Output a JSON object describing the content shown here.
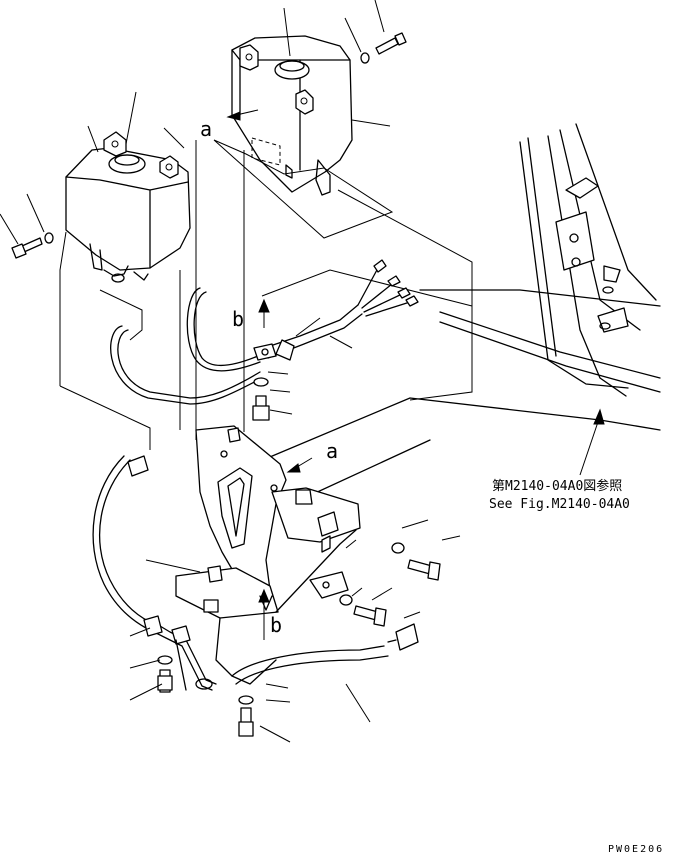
{
  "labels": {
    "view_a_top": "a",
    "view_a_bracket": "a",
    "view_b_top": "b",
    "view_b_bottom": "b"
  },
  "reference": {
    "japanese": "第M2140-04A0図参照",
    "english": "See Fig.M2140-04A0"
  },
  "drawing_code": "PW0E206"
}
